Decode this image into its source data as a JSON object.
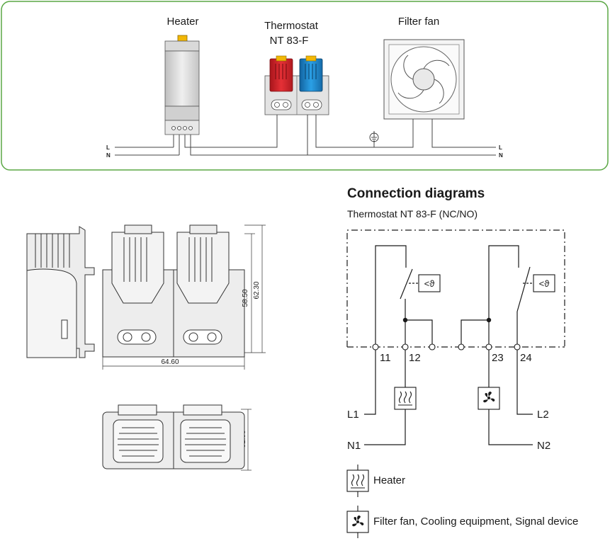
{
  "wiring": {
    "heater_label": "Heater",
    "thermostat_label_line1": "Thermostat",
    "thermostat_label_line2": "NT 83-F",
    "fan_label": "Filter fan",
    "l_left": "L",
    "n_left": "N",
    "l_right": "L",
    "n_right": "N"
  },
  "dimensions": {
    "height_inner": "58.50",
    "height_outer": "62.30",
    "width": "64.60",
    "depth": "31.58"
  },
  "connection": {
    "title": "Connection diagrams",
    "subtitle": "Thermostat NT 83-F (NC/NO)",
    "symbol_theta": "<ϑ",
    "terminal_11": "11",
    "terminal_12": "12",
    "terminal_23": "23",
    "terminal_24": "24",
    "l1": "L1",
    "n1": "N1",
    "l2": "L2",
    "n2": "N2"
  },
  "legend": {
    "heater_label": "Heater",
    "fan_label": "Filter fan, Cooling equipment, Signal device"
  },
  "colors": {
    "frame_green": "#5aa744",
    "thermostat_red": "#d8232a",
    "thermostat_blue": "#1d8fd6",
    "heater_cap_yellow": "#f2b705",
    "housing_grey": "#e3e3e3"
  }
}
